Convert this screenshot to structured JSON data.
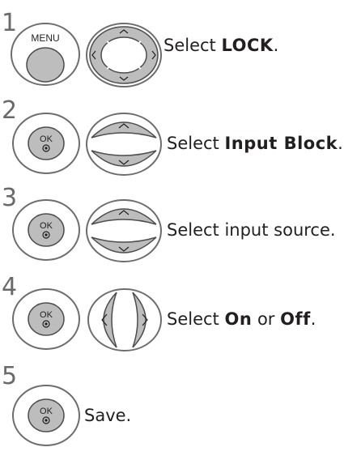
{
  "steps": [
    {
      "number": "1",
      "button": {
        "label": "MENU",
        "icon": "menu-button-icon"
      },
      "nav": "4-way-nav-icon",
      "text": {
        "prefix": "Select ",
        "bold": "LOCK",
        "suffix": "."
      }
    },
    {
      "number": "2",
      "button": {
        "label": "OK",
        "icon": "ok-button-icon"
      },
      "nav": "up-down-nav-icon",
      "text": {
        "prefix": "Select ",
        "bold": "Input Block",
        "suffix": "."
      }
    },
    {
      "number": "3",
      "button": {
        "label": "OK",
        "icon": "ok-button-icon"
      },
      "nav": "up-down-nav-icon",
      "text": {
        "prefix": "Select input source.",
        "bold": "",
        "suffix": ""
      }
    },
    {
      "number": "4",
      "button": {
        "label": "OK",
        "icon": "ok-button-icon"
      },
      "nav": "left-right-nav-icon",
      "text": {
        "prefix": "Select ",
        "bold": "On",
        "middle": " or ",
        "bold2": "Off",
        "suffix": "."
      }
    },
    {
      "number": "5",
      "button": {
        "label": "OK",
        "icon": "ok-button-icon"
      },
      "nav": "",
      "text": {
        "prefix": "Save.",
        "bold": "",
        "suffix": ""
      }
    }
  ]
}
